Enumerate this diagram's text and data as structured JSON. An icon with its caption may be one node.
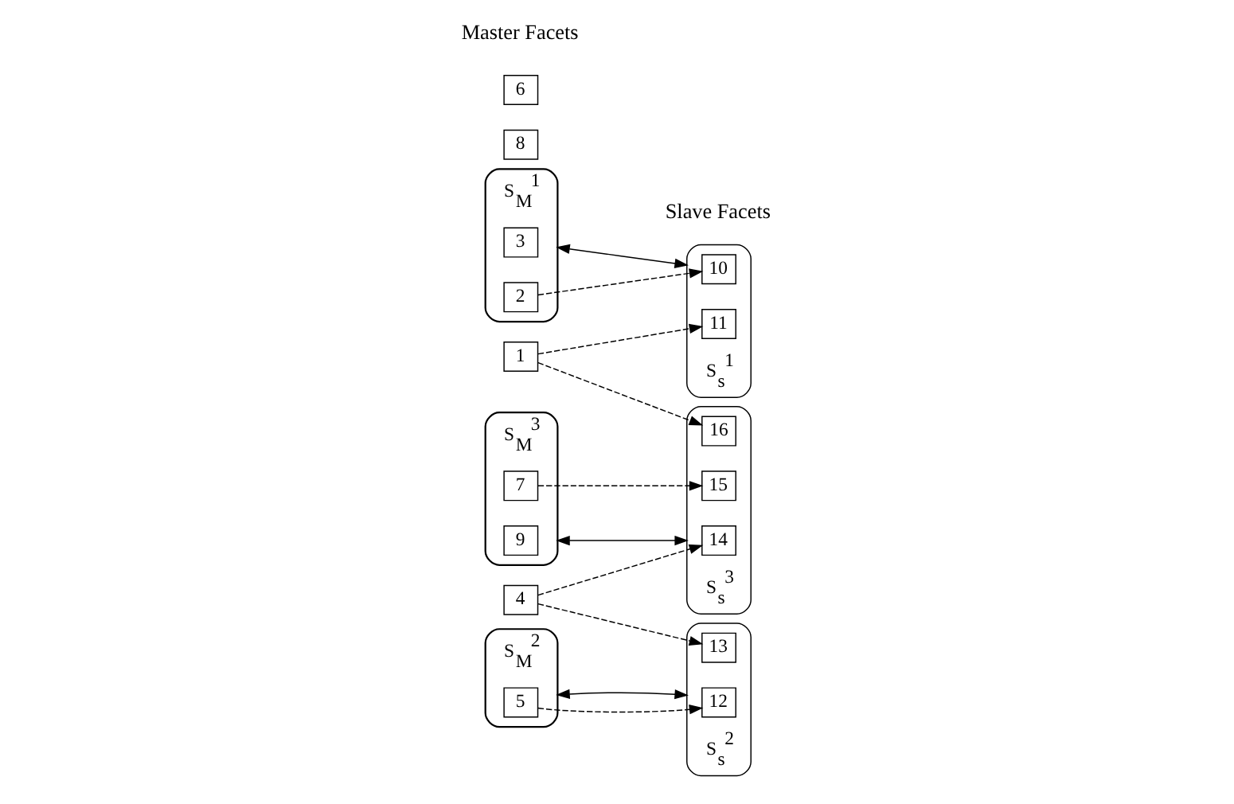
{
  "diagram": {
    "nodes": [
      {
        "text": [
          "S$_{M}$$^{1}$"
        ]
      },
      {
        "text": [
          "3"
        ],
        "in": 0
      },
      {
        "text": [
          "2"
        ],
        "in": 0
      },
      {
        "text": [
          "S$_{s}$$^{1}$"
        ]
      },
      {
        "text": [
          "10"
        ],
        "in": 3
      },
      {
        "text": [
          "11"
        ],
        "in": 3
      },
      {
        "text": [
          "1"
        ]
      },
      {
        "text": [
          "S$_{M}$$^{2}$"
        ]
      },
      {
        "text": [
          "5"
        ],
        "in": 7
      },
      {
        "text": [
          "S$_{s}$$^{2}$"
        ]
      },
      {
        "text": [
          "12"
        ],
        "in": 9
      },
      {
        "text": [
          "13"
        ],
        "in": 9
      },
      {
        "text": [
          "S$_{M}$$^{3}$"
        ]
      },
      {
        "text": [
          "9"
        ],
        "in": 12
      },
      {
        "text": [
          "4"
        ]
      },
      {
        "text": [
          "S$_{s}$$^{3}$"
        ]
      },
      {
        "text": [
          "14"
        ],
        "in": 15
      },
      {
        "text": [
          "15"
        ],
        "in": 15
      },
      {
        "text": [
          "16"
        ],
        "in": 15
      },
      {
        "text": [
          "8"
        ]
      },
      {
        "text": [
          "7"
        ],
        "in": 12
      },
      {
        "text": [
          "6"
        ]
      }
    ],
    "edges": [
      {
        "from": 0,
        "to": 3,
        "arrow": "both"
      },
      {
        "from": 2,
        "to": 4,
        "arrow": "to",
        "style": "dashed"
      },
      {
        "from": 6,
        "to": 5,
        "arrow": "to",
        "style": "dashed"
      },
      {
        "from": 8,
        "to": 10,
        "arrow": "to",
        "style": "dashed"
      },
      {
        "from": 7,
        "to": 9,
        "arrow": "both"
      },
      {
        "from": 14,
        "to": 11,
        "arrow": "to",
        "style": "dashed"
      },
      {
        "from": 14,
        "to": 16,
        "arrow": "to",
        "style": "dashed"
      },
      {
        "from": 12,
        "to": 15,
        "arrow": "both"
      },
      {
        "from": 20,
        "to": 17,
        "arrow": "to",
        "style": "dashed"
      },
      {
        "from": 6,
        "to": 18,
        "arrow": "to",
        "style": "dashed"
      }
    ],
    "labels": [
      "Master Facets",
      "Slave Facets"
    ]
  }
}
